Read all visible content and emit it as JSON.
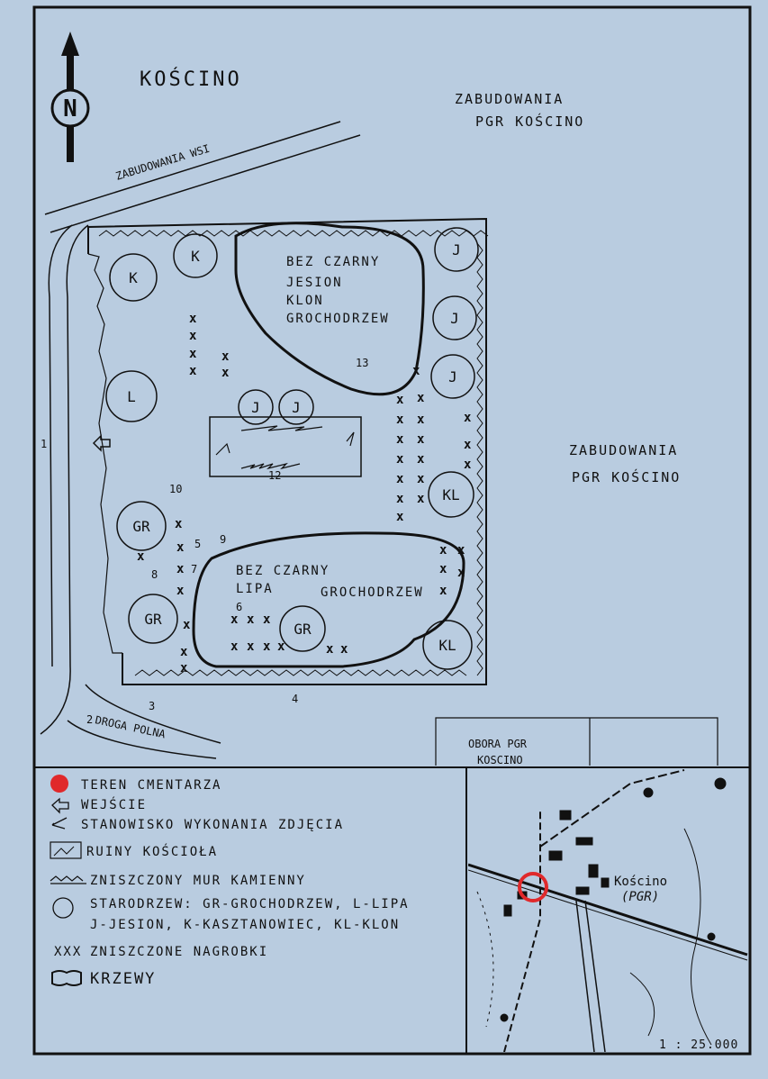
{
  "map": {
    "title": "KOŚCINO",
    "north": "N",
    "labels": {
      "village_buildings": "ZABUDOWANIA WSI",
      "pgr_top_1": "ZABUDOWANIA",
      "pgr_top_2": "PGR KOŚCINO",
      "pgr_right_1": "ZABUDOWANIA",
      "pgr_right_2": "PGR KOŚCINO",
      "field_road": "DROGA POLNA",
      "barn_1": "OBORA PGR",
      "barn_2": "KOSCINO"
    },
    "shrubs_top": [
      "BEZ CZARNY",
      "JESION",
      "KLON",
      "GROCHODRZEW"
    ],
    "shrubs_bottom": [
      "BEZ CZARNY",
      "LIPA",
      "GROCHODRZEW"
    ],
    "trees": [
      "K",
      "K",
      "J",
      "J",
      "J",
      "L",
      "J",
      "J",
      "GR",
      "KL",
      "GR",
      "GR",
      "KL"
    ],
    "photo_points": [
      "1",
      "2",
      "3",
      "4",
      "5",
      "6",
      "7",
      "8",
      "9",
      "10",
      "12",
      "13"
    ]
  },
  "legend": {
    "items": [
      "TEREN CMENTARZA",
      "WEJŚCIE",
      "STANOWISKO WYKONANIA ZDJĘCIA",
      "RUINY KOŚCIOŁA",
      "ZNISZCZONY MUR KAMIENNY",
      "STARODRZEW: GR-GROCHODRZEW, L-LIPA",
      "J-JESION, K-KASZTANOWIEC, KL-KLON",
      "ZNISZCZONE NAGROBKI",
      "KRZEWY"
    ],
    "xxx": "XXX",
    "colors": {
      "cemetery": "#e0292b",
      "background": "#b9cce0"
    }
  },
  "inset": {
    "place": "Kościno",
    "sub": "(PGR)",
    "scale": "1 : 25.000"
  }
}
